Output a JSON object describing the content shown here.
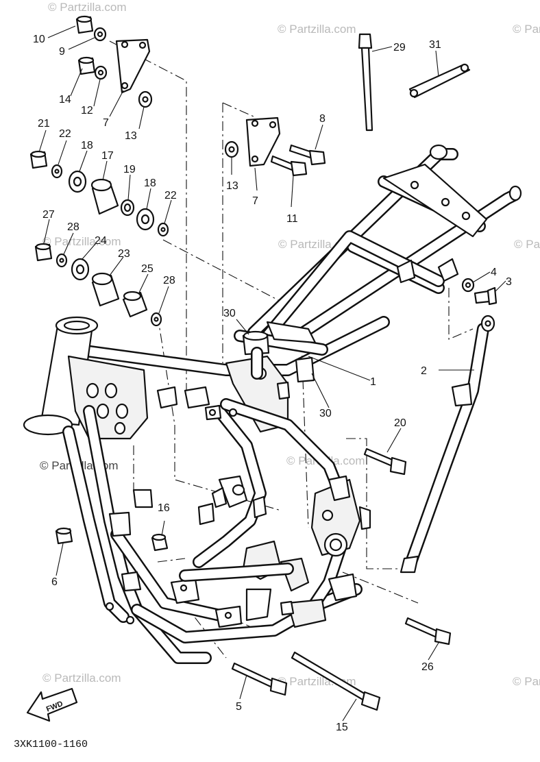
{
  "diagram_code": "3XK1100-1160",
  "watermark": "© Partzilla.com",
  "direction_label": "FWD",
  "callouts": [
    {
      "id": "c10",
      "label": "10"
    },
    {
      "id": "c9",
      "label": "9"
    },
    {
      "id": "c14",
      "label": "14"
    },
    {
      "id": "c12",
      "label": "12"
    },
    {
      "id": "c7a",
      "label": "7"
    },
    {
      "id": "c13a",
      "label": "13"
    },
    {
      "id": "c21",
      "label": "21"
    },
    {
      "id": "c22a",
      "label": "22"
    },
    {
      "id": "c18a",
      "label": "18"
    },
    {
      "id": "c17",
      "label": "17"
    },
    {
      "id": "c19",
      "label": "19"
    },
    {
      "id": "c18b",
      "label": "18"
    },
    {
      "id": "c22b",
      "label": "22"
    },
    {
      "id": "c27",
      "label": "27"
    },
    {
      "id": "c28a",
      "label": "28"
    },
    {
      "id": "c24",
      "label": "24"
    },
    {
      "id": "c23",
      "label": "23"
    },
    {
      "id": "c25",
      "label": "25"
    },
    {
      "id": "c28b",
      "label": "28"
    },
    {
      "id": "c8",
      "label": "8"
    },
    {
      "id": "c13b",
      "label": "13"
    },
    {
      "id": "c7b",
      "label": "7"
    },
    {
      "id": "c11",
      "label": "11"
    },
    {
      "id": "c29",
      "label": "29"
    },
    {
      "id": "c31",
      "label": "31"
    },
    {
      "id": "c4",
      "label": "4"
    },
    {
      "id": "c3",
      "label": "3"
    },
    {
      "id": "c30a",
      "label": "30"
    },
    {
      "id": "c1",
      "label": "1"
    },
    {
      "id": "c30b",
      "label": "30"
    },
    {
      "id": "c2",
      "label": "2"
    },
    {
      "id": "c20",
      "label": "20"
    },
    {
      "id": "c16",
      "label": "16"
    },
    {
      "id": "c6",
      "label": "6"
    },
    {
      "id": "c26",
      "label": "26"
    },
    {
      "id": "c5",
      "label": "5"
    },
    {
      "id": "c15",
      "label": "15"
    }
  ]
}
